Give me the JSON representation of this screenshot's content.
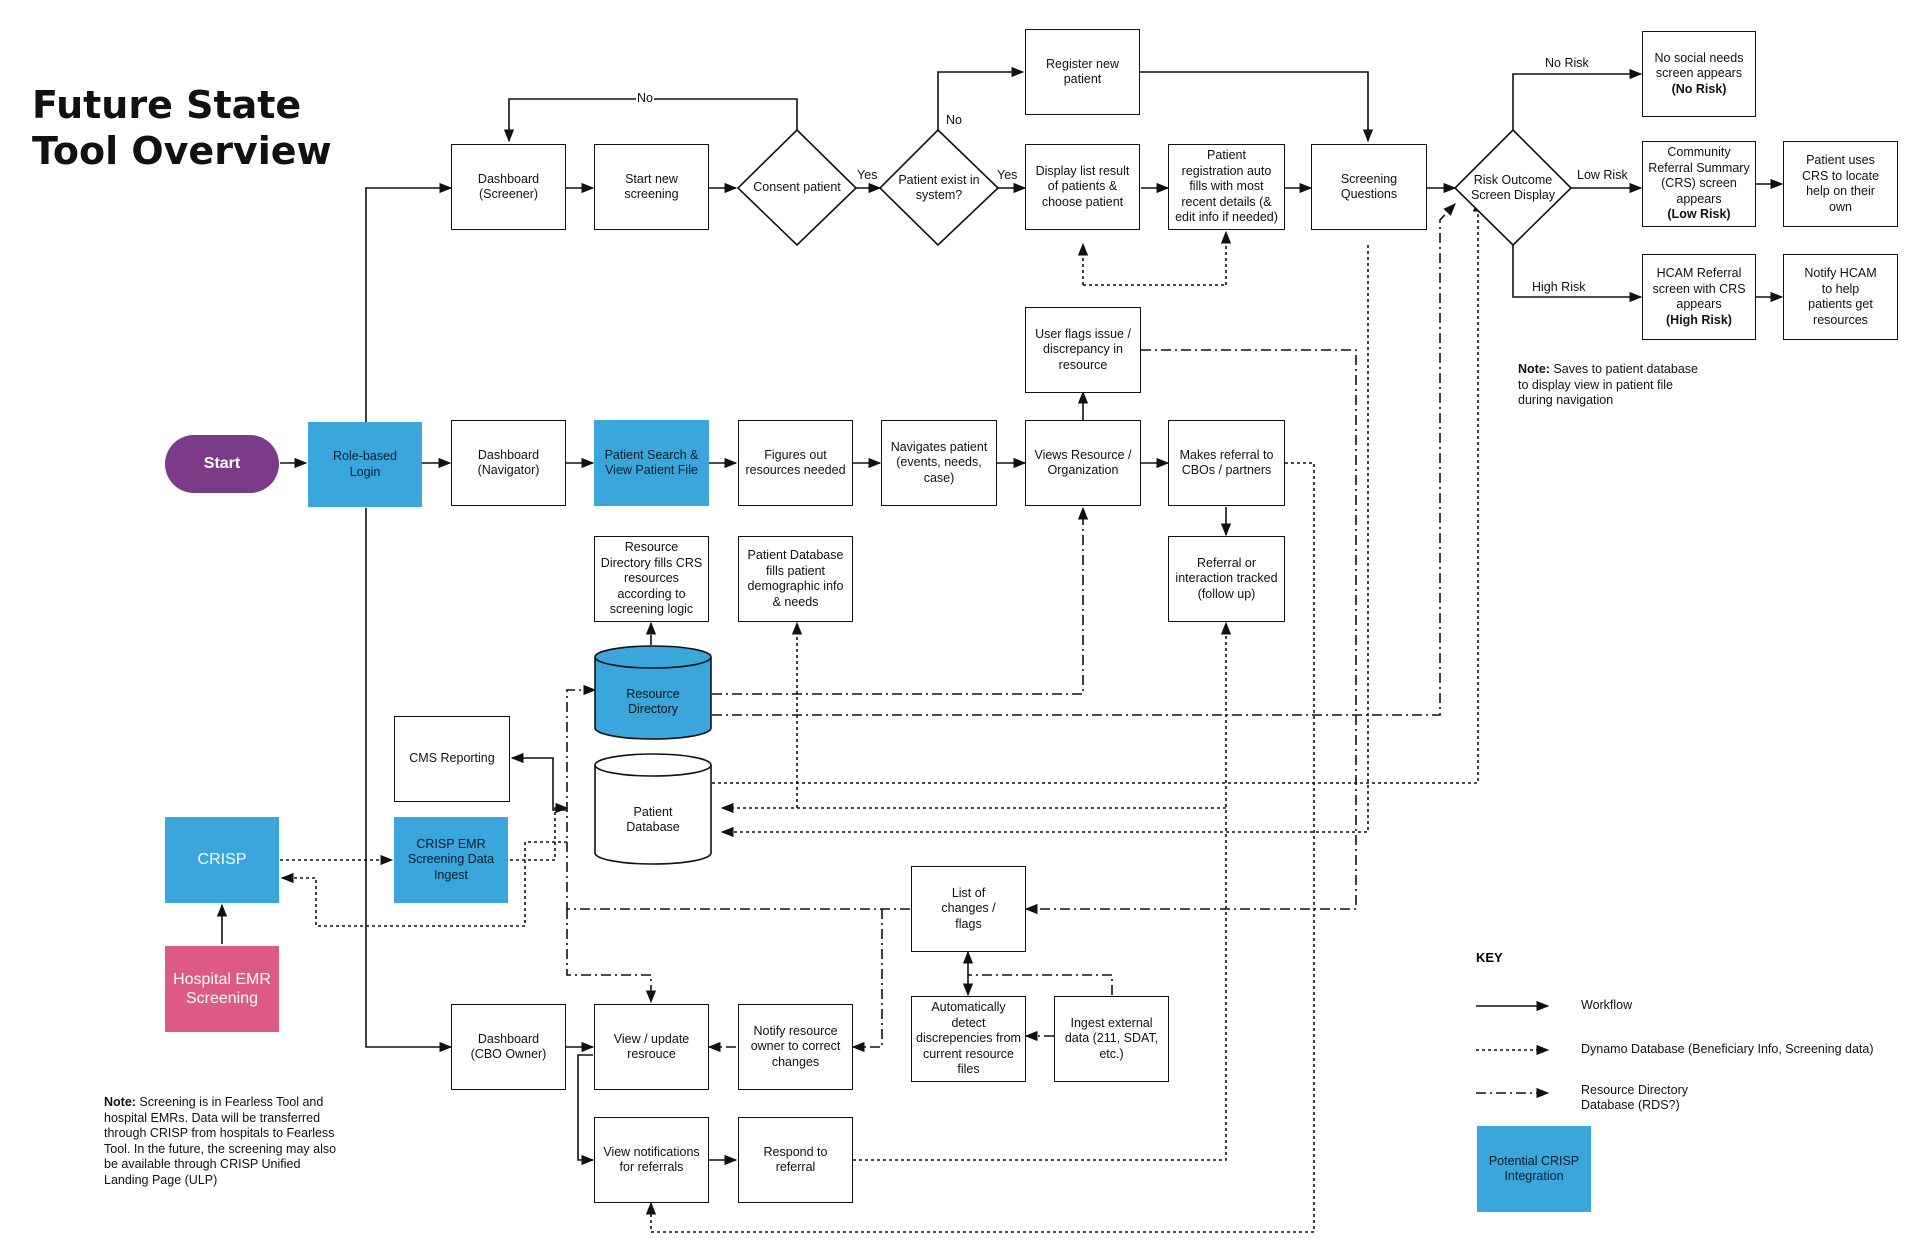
{
  "title": {
    "line1": "Future State",
    "line2": "Tool Overview"
  },
  "nodes": {
    "start": "Start",
    "role_login": "Role-based\nLogin",
    "crisp": "CRISP",
    "hospital_emr": "Hospital EMR\nScreening",
    "crisp_emr_ingest": "CRISP EMR\nScreening Data\nIngest",
    "cms_reporting": "CMS Reporting",
    "dashboard_screener": "Dashboard\n(Screener)",
    "start_new_screening": "Start new\nscreening",
    "consent_patient": "Consent patient",
    "patient_exist": "Patient exist in\nsystem?",
    "register_new_patient": "Register new\npatient",
    "display_list": "Display list result\nof patients &\nchoose patient",
    "patient_registration": "Patient\nregistration auto\nfills with most\nrecent details (&\nedit info if needed)",
    "screening_questions": "Screening\nQuestions",
    "risk_outcome": "Risk Outcome\nScreen Display",
    "no_social_needs": "No social needs\nscreen appears",
    "no_social_needs_bold": "(No Risk)",
    "community_referral": "Community\nReferral Summary\n(CRS) screen\nappears",
    "community_referral_bold": "(Low Risk)",
    "patient_uses_crs": "Patient uses\nCRS to locate\nhelp on their\nown",
    "hcam_referral": "HCAM Referral\nscreen with CRS\nappears",
    "hcam_referral_bold": "(High Risk)",
    "notify_hcam": "Notify HCAM\nto help\npatients get\nresources",
    "dashboard_navigator": "Dashboard\n(Navigator)",
    "patient_search": "Patient Search &\nView Patient File",
    "figures_out": "Figures out\nresources needed",
    "navigates_patient": "Navigates patient\n(events, needs,\ncase)",
    "views_resource": "Views Resource /\nOrganization",
    "makes_referral": "Makes referral to\nCBOs / partners",
    "user_flags": "User flags issue /\ndiscrepancy in\nresource",
    "referral_tracked": "Referral or\ninteraction tracked\n(follow up)",
    "resource_dir_fills": "Resource\nDirectory fills CRS\nresources\naccording to\nscreening logic",
    "patient_db_fills": "Patient Database\nfills patient\ndemographic info\n& needs",
    "resource_directory": "Resource\nDirectory",
    "patient_database": "Patient\nDatabase",
    "list_of_changes": "List of\nchanges /\nflags",
    "auto_detect": "Automatically\ndetect\ndiscrepencies from\ncurrent resource\nfiles",
    "ingest_external": "Ingest external\ndata (211, SDAT,\netc.)",
    "dashboard_cbo": "Dashboard\n(CBO Owner)",
    "view_update_resource": "View / update\nresrouce",
    "notify_resource_owner": "Notify resource\nowner to correct\nchanges",
    "view_notifications": "View notifications\nfor referrals",
    "respond_to_referral": "Respond to\nreferral"
  },
  "edge_labels": {
    "no_top": "No",
    "yes_consent": "Yes",
    "no_exist": "No",
    "yes_exist": "Yes",
    "no_risk": "No Risk",
    "low_risk": "Low Risk",
    "high_risk": "High Risk"
  },
  "notes": {
    "saves_bold": "Note:",
    "saves_text": " Saves to patient database to display view in patient file during navigation",
    "screening_bold": "Note:",
    "screening_text": " Screening is in Fearless Tool and hospital EMRs. Data will be transferred through CRISP from hospitals to Fearless Tool.  In the future, the screening may also be available through CRISP Unified Landing Page (ULP)"
  },
  "key": {
    "title": "KEY",
    "workflow": "Workflow",
    "dynamo": "Dynamo Database (Beneficiary Info, Screening data)",
    "resource_dir": "Resource Directory\nDatabase (RDS?)",
    "potential_crisp": "Potential CRISP\nIntegration"
  },
  "colors": {
    "crisp_blue": "#3aa6dc",
    "start_purple": "#7b3b88",
    "hospital_pink": "#dc5a84",
    "line": "#111111"
  }
}
